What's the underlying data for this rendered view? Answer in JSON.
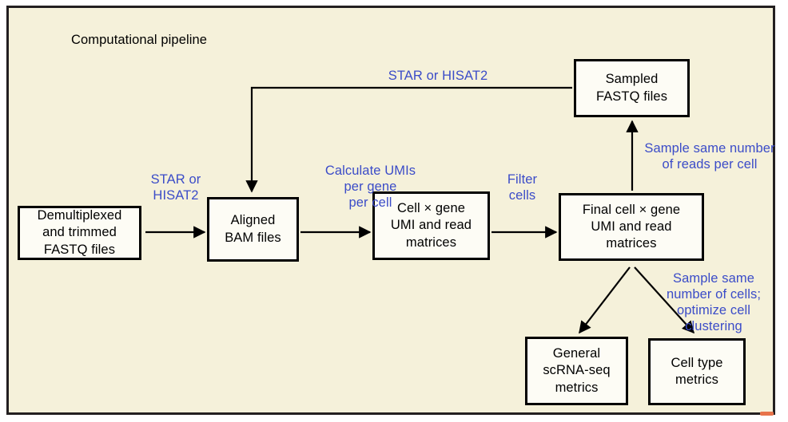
{
  "diagram": {
    "title": "Computational pipeline",
    "frame_color": "#231f20",
    "background_color": "#f5f1da",
    "node_fill": "#fdfcf5",
    "node_stroke": "#000000",
    "label_color": "#3b4cc8"
  },
  "nodes": {
    "demultiplexed": "Demultiplexed\nand trimmed\nFASTQ files",
    "aligned_bam": "Aligned\nBAM files",
    "cell_gene_matrices": "Cell × gene\nUMI and read\nmatrices",
    "final_cell_gene_matrices": "Final cell × gene\nUMI and read\nmatrices",
    "sampled_fastq": "Sampled\nFASTQ files",
    "general_metrics": "General\nscRNA-seq\nmetrics",
    "cell_type_metrics": "Cell type\nmetrics"
  },
  "edge_labels": {
    "star_hisat2_top": "STAR or HISAT2",
    "star_hisat2_left": "STAR or\nHISAT2",
    "calculate_umis": "Calculate UMIs\nper gene\nper cell",
    "filter_cells": "Filter\ncells",
    "sample_reads": "Sample same number\nof reads per cell",
    "sample_cells": "Sample same\nnumber of cells;\noptimize cell\nclustering"
  },
  "marks": {
    "corner_mark_color": "#e8744b"
  }
}
